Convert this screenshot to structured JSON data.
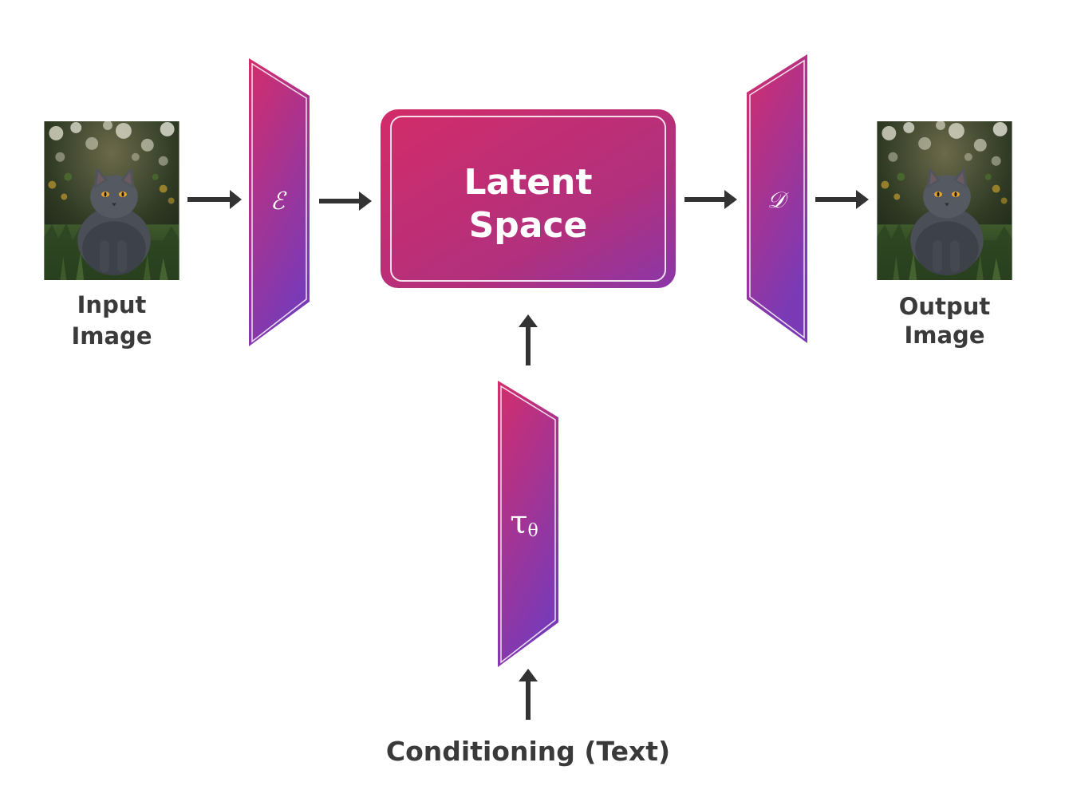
{
  "input_image": {
    "label_line1": "Input",
    "label_line2": "Image"
  },
  "encoder": {
    "symbol": "ℰ"
  },
  "latent_space": {
    "line1": "Latent",
    "line2": "Space"
  },
  "decoder": {
    "symbol": "𝒟"
  },
  "output_image": {
    "label_line1": "Output",
    "label_line2": "Image"
  },
  "text_encoder": {
    "symbol": "τ",
    "subscript": "θ"
  },
  "conditioning": {
    "label": "Conditioning (Text)"
  },
  "colors": {
    "gradient_start": "#d42d6b",
    "gradient_end": "#7b3ab5",
    "arrow": "#333333",
    "label_text": "#3a3a3a"
  }
}
